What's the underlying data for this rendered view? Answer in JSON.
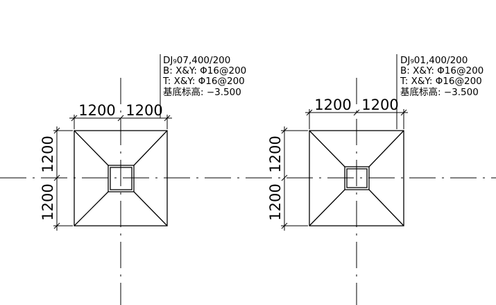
{
  "footings": [
    {
      "id": "left",
      "label": {
        "line1": "DJ₉07,400/200",
        "line2": "B: X&Y: Φ16@200",
        "line3": "T: X&Y: Φ16@200",
        "line4": "基底标高: −3.500"
      },
      "dims": {
        "top_left": "1200",
        "top_right": "1200",
        "side_top": "1200",
        "side_bottom": "1200"
      }
    },
    {
      "id": "right",
      "label": {
        "line1": "DJ₉01,400/200",
        "line2": "B: X&Y: Φ16@200",
        "line3": "T: X&Y: Φ16@200",
        "line4": "基底标高: −3.500"
      },
      "dims": {
        "top_left": "1200",
        "top_right": "1200",
        "side_top": "1200",
        "side_bottom": "1200"
      }
    }
  ]
}
